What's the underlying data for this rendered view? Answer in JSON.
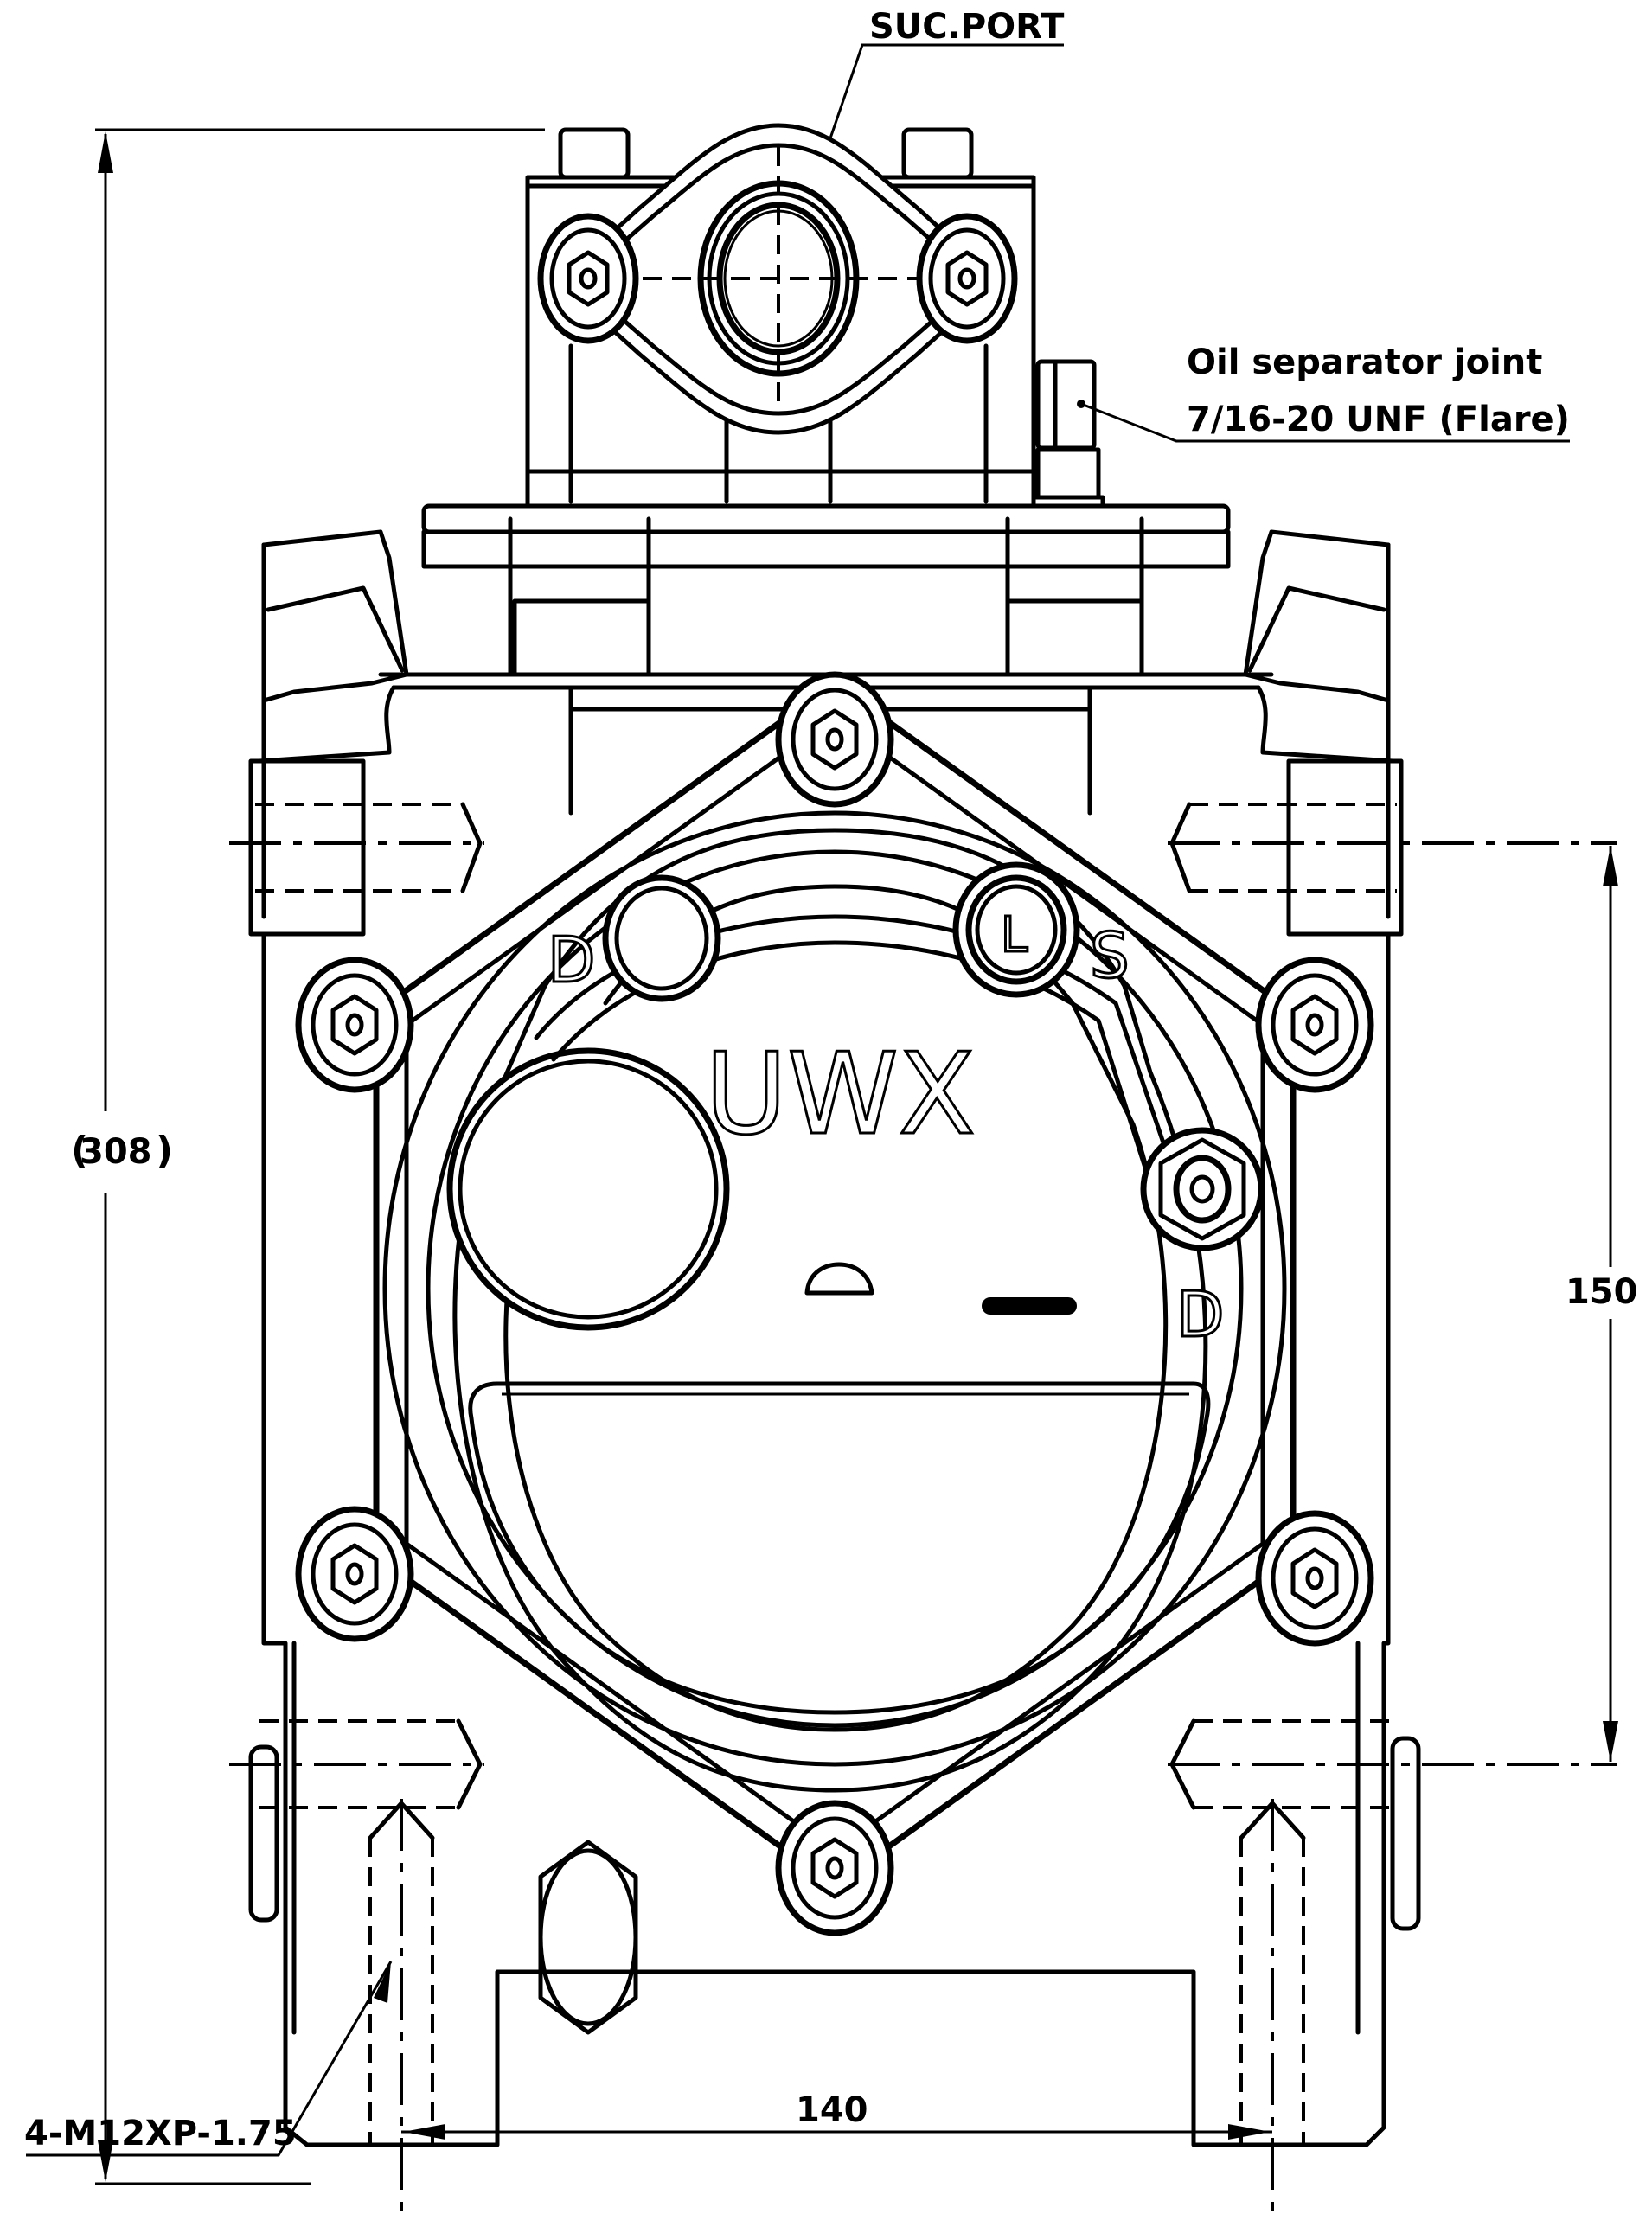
{
  "drawing": {
    "title": "Compressor front view",
    "callouts": {
      "suction_port": "SUC.PORT",
      "oil_separator_line1": "Oil separator joint",
      "oil_separator_line2": "7/16-20 UNF (Flare)",
      "mount_thread": "4-M12XP-1.75"
    },
    "dimensions": {
      "overall_height": "308",
      "overall_height_open": "(",
      "overall_height_close": ")",
      "mount_hole_vertical_spacing": "150",
      "mount_hole_horizontal_spacing": "140"
    },
    "face_markings": {
      "model": "UWX",
      "port_d_upper": "D",
      "port_l": "L",
      "port_s": "S",
      "port_d_lower": "D"
    }
  }
}
